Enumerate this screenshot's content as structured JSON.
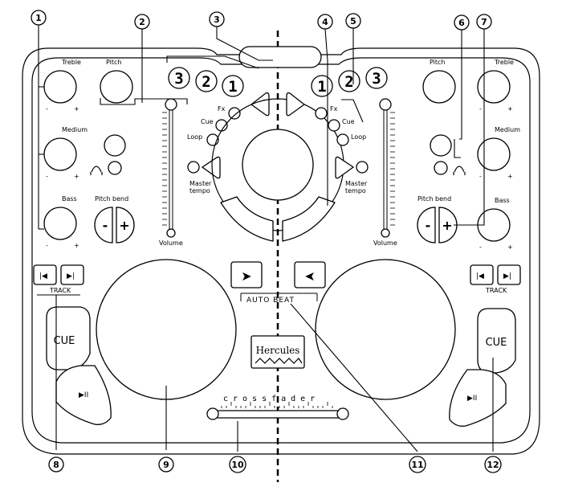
{
  "callouts": [
    "1",
    "2",
    "3",
    "4",
    "5",
    "6",
    "7",
    "8",
    "9",
    "10",
    "11",
    "12"
  ],
  "left_deck": {
    "treble": "Treble",
    "medium": "Medium",
    "bass": "Bass",
    "pitch": "Pitch",
    "pitch_bend": "Pitch bend",
    "minus": "-",
    "plus": "+",
    "fx": "Fx",
    "cue": "Cue",
    "loop": "Loop",
    "master_tempo": [
      "Master",
      "tempo"
    ],
    "volume": "Volume",
    "track": "TRACK",
    "cue_button": "CUE",
    "play_pause": "▶II",
    "effect_numbers": [
      "3",
      "2",
      "1"
    ]
  },
  "right_deck": {
    "treble": "Treble",
    "medium": "Medium",
    "bass": "Bass",
    "pitch": "Pitch",
    "pitch_bend": "Pitch bend",
    "minus": "-",
    "plus": "+",
    "fx": "Fx",
    "cue": "Cue",
    "loop": "Loop",
    "master_tempo": [
      "Master",
      "tempo"
    ],
    "volume": "Volume",
    "track": "TRACK",
    "cue_button": "CUE",
    "play_pause": "▶II",
    "effect_numbers": [
      "1",
      "2",
      "3"
    ]
  },
  "center": {
    "auto_beat": "AUTO BEAT",
    "crossfader": "crossfader",
    "brand": "Hercules",
    "sync_left": "➤",
    "sync_right": "➤"
  },
  "knob_side_marks": {
    "minus": "-",
    "plus": "+"
  }
}
